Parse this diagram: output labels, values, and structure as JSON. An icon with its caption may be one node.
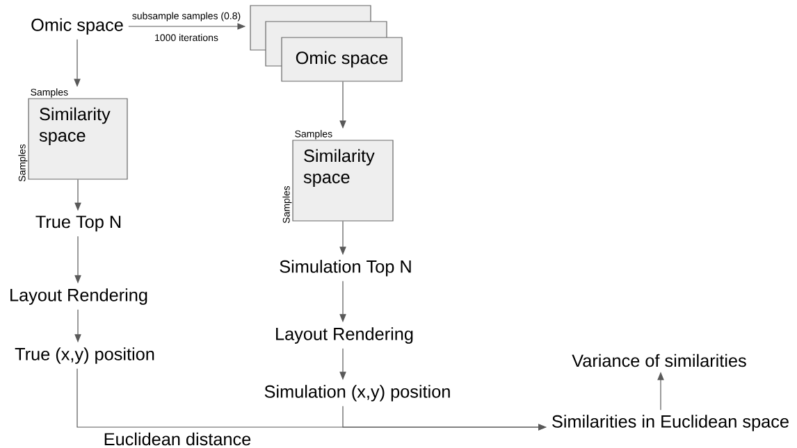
{
  "diagram": {
    "nodes": [
      {
        "text": [
          "Omic space"
        ]
      },
      {
        "text": [],
        "shape": "box"
      },
      {
        "text": [],
        "shape": "box"
      },
      {
        "text": [
          "Omic space"
        ]
      },
      {
        "text": [
          "Similarity space"
        ],
        "beside": [
          "Samples",
          "Samples"
        ]
      },
      {
        "text": [
          "Similarity space"
        ],
        "beside": [
          "Samples",
          "Samples"
        ]
      },
      {
        "text": [
          "True Top N"
        ]
      },
      {
        "text": [
          "Layout Rendering"
        ]
      },
      {
        "text": [
          "True (x,y) position"
        ]
      },
      {
        "text": [
          "Simulation Top N"
        ]
      },
      {
        "text": [
          "Layout Rendering"
        ]
      },
      {
        "text": [
          "Simulation (x,y) position"
        ]
      },
      {
        "text": [
          "Similarities in Euclidean space"
        ]
      },
      {
        "text": [
          "Variance of similarities"
        ]
      }
    ],
    "edges": [
      {
        "from": 0,
        "to": 1,
        "arrow": "to",
        "label": "subsample samples (0.8)"
      },
      {
        "from": 0,
        "to": 4,
        "arrow": "to"
      },
      {
        "from": 4,
        "to": 6,
        "arrow": "to"
      },
      {
        "from": 6,
        "to": 7,
        "arrow": "to"
      },
      {
        "from": 7,
        "to": 8,
        "arrow": "to"
      },
      {
        "from": 3,
        "to": 5,
        "arrow": "to"
      },
      {
        "from": 5,
        "to": 9,
        "arrow": "to"
      },
      {
        "from": 9,
        "to": 10,
        "arrow": "to"
      },
      {
        "from": 10,
        "to": 11,
        "arrow": "to"
      },
      {
        "from": 8,
        "to": 12,
        "arrow": "to",
        "label": "Euclidean distance"
      },
      {
        "from": 11,
        "to": 12,
        "arrow": "to"
      },
      {
        "from": 12,
        "to": 13,
        "arrow": "to"
      }
    ],
    "labels": [
      "1000 iterations"
    ]
  }
}
